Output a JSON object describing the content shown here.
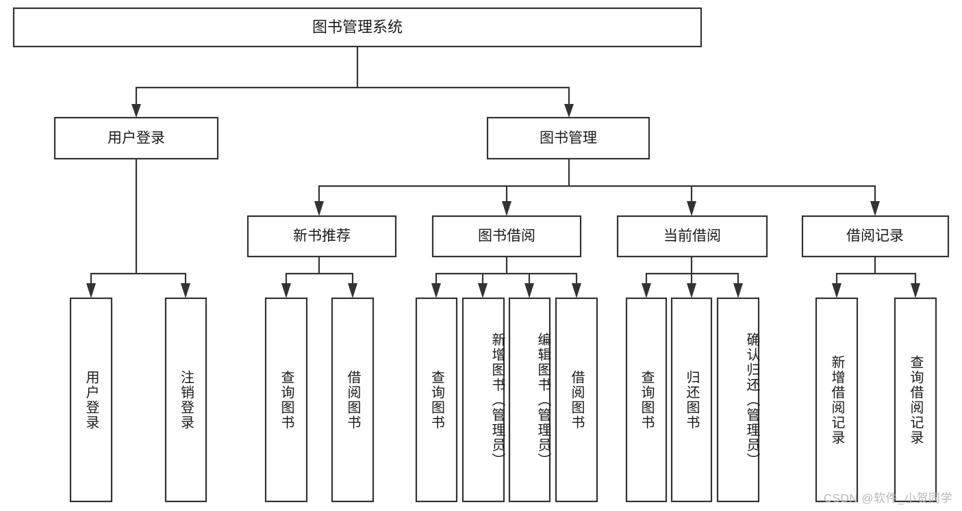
{
  "diagram": {
    "type": "tree-hierarchy-chart",
    "orientation": "top-down",
    "root": {
      "id": "root",
      "label": "图书管理系统"
    },
    "level2": [
      {
        "id": "user-login",
        "label": "用户登录"
      },
      {
        "id": "book-manage",
        "label": "图书管理"
      }
    ],
    "level3": [
      {
        "id": "new-book-rec",
        "label": "新书推荐",
        "parent": "book-manage"
      },
      {
        "id": "book-borrow",
        "label": "图书借阅",
        "parent": "book-manage"
      },
      {
        "id": "current-borrow",
        "label": "当前借阅",
        "parent": "book-manage"
      },
      {
        "id": "borrow-record",
        "label": "借阅记录",
        "parent": "book-manage"
      }
    ],
    "leaves": {
      "user-login": [
        {
          "id": "leaf-user-login",
          "label": "用户登录"
        },
        {
          "id": "leaf-user-logout",
          "label": "注销登录"
        }
      ],
      "new-book-rec": [
        {
          "id": "leaf-query-book-1",
          "label": "查询图书"
        },
        {
          "id": "leaf-borrow-book-1",
          "label": "借阅图书"
        }
      ],
      "book-borrow": [
        {
          "id": "leaf-query-book-2",
          "label": "查询图书"
        },
        {
          "id": "leaf-add-book",
          "label": "新增图书（管理员）"
        },
        {
          "id": "leaf-edit-book",
          "label": "编辑图书（管理员）"
        },
        {
          "id": "leaf-borrow-book-2",
          "label": "借阅图书"
        }
      ],
      "current-borrow": [
        {
          "id": "leaf-query-book-3",
          "label": "查询图书"
        },
        {
          "id": "leaf-return-book",
          "label": "归还图书"
        },
        {
          "id": "leaf-confirm-return",
          "label": "确认归还（管理员）"
        }
      ],
      "borrow-record": [
        {
          "id": "leaf-add-record",
          "label": "新增借阅记录"
        },
        {
          "id": "leaf-query-record",
          "label": "查询借阅记录"
        }
      ]
    }
  },
  "watermark": {
    "text": "CSDN @软件_小贺同学"
  },
  "colors": {
    "stroke": "#333333",
    "fill": "#ffffff",
    "text": "#1a1a1a",
    "watermark": "#b9b9b9"
  }
}
